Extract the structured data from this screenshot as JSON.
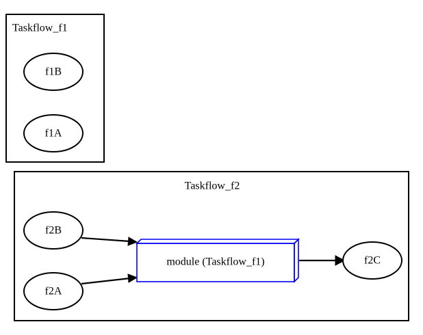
{
  "diagram": {
    "title_f1": "Taskflow_f1",
    "title_f2": "Taskflow_f2",
    "clusters": [
      {
        "id": "cluster_f1",
        "label": "Taskflow_f1",
        "nodes": [
          "f1B",
          "f1A"
        ]
      },
      {
        "id": "cluster_f2",
        "label": "Taskflow_f2",
        "nodes": [
          "f2B",
          "f2A",
          "module (Taskflow_f1)",
          "f2C"
        ]
      }
    ],
    "nodes": {
      "f1B": {
        "label": "f1B",
        "shape": "ellipse"
      },
      "f1A": {
        "label": "f1A",
        "shape": "ellipse"
      },
      "f2B": {
        "label": "f2B",
        "shape": "ellipse"
      },
      "f2A": {
        "label": "f2A",
        "shape": "ellipse"
      },
      "f2C": {
        "label": "f2C",
        "shape": "ellipse"
      },
      "module": {
        "label": "module (Taskflow_f1)",
        "shape": "box3d"
      }
    },
    "edges": [
      {
        "from": "f2B",
        "to": "module"
      },
      {
        "from": "f2A",
        "to": "module"
      },
      {
        "from": "module",
        "to": "f2C"
      }
    ],
    "colors": {
      "module_stroke": "#0000ee",
      "node_stroke": "#000000",
      "background": "#ffffff",
      "text": "#000000"
    }
  }
}
